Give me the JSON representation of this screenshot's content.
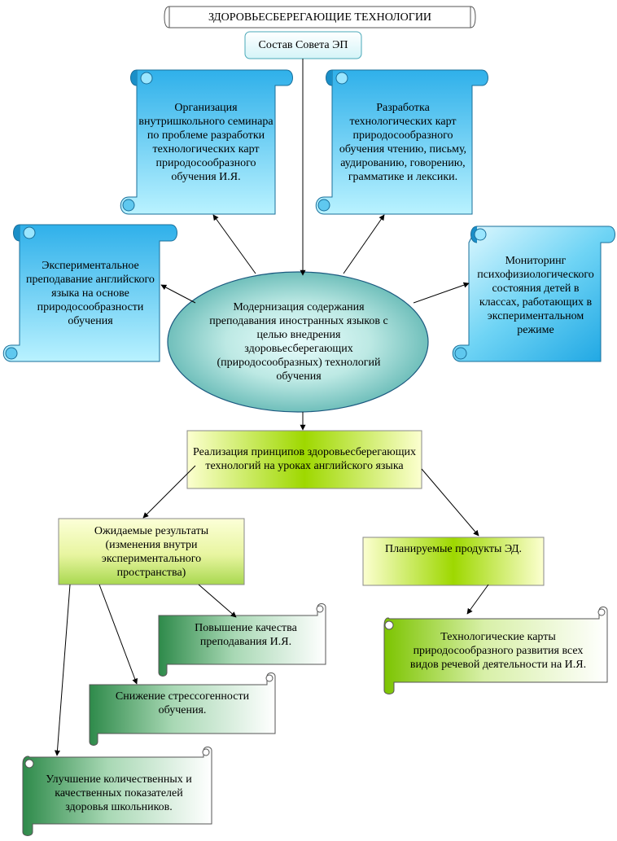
{
  "title": "ЗДОРОВЬЕСБЕРЕГАЮЩИЕ ТЕХНОЛОГИИ",
  "council": "Состав Совета ЭП",
  "seminar": "Организация внутришкольного семинара по проблеме разработки технологических карт природосообразного обучения И.Я.",
  "cards": "Разработка технологических карт природосообразного обучения чтению, письму, аудированию, говорению, грамматике и лексики.",
  "experimental": "Экспериментальное преподавание английского языка на основе природосообразности обучения",
  "monitoring": "Мониторинг психофизиологического состояния детей в классах, работающих в экспериментальном режиме",
  "center": "Модернизация содержания преподавания иностранных языков с целью внедрения здоровьесберегающих (природосообразных) технологий обучения",
  "realization": "Реализация принципов здоровьесберегающих технологий на уроках английского языка",
  "expected": "Ожидаемые результаты (изменения внутри экспериментального пространства)",
  "planned": "Планируемые продукты ЭД.",
  "quality": "Повышение качества преподавания И.Я.",
  "stress": "Снижение стрессогенности обучения.",
  "health": "Улучшение количественных и качественных показателей здоровья школьников.",
  "techcards": "Технологические карты природосообразного развития всех видов речевой деятельности на И.Я.",
  "colors": {
    "blue_dark": "#1fa8e6",
    "blue_light": "#a8ecff",
    "green_dark": "#2f8a4a",
    "green_light": "#ffffff",
    "lime": "#8fd000",
    "yellow_light": "#fbffd0",
    "arrow": "#000000"
  }
}
